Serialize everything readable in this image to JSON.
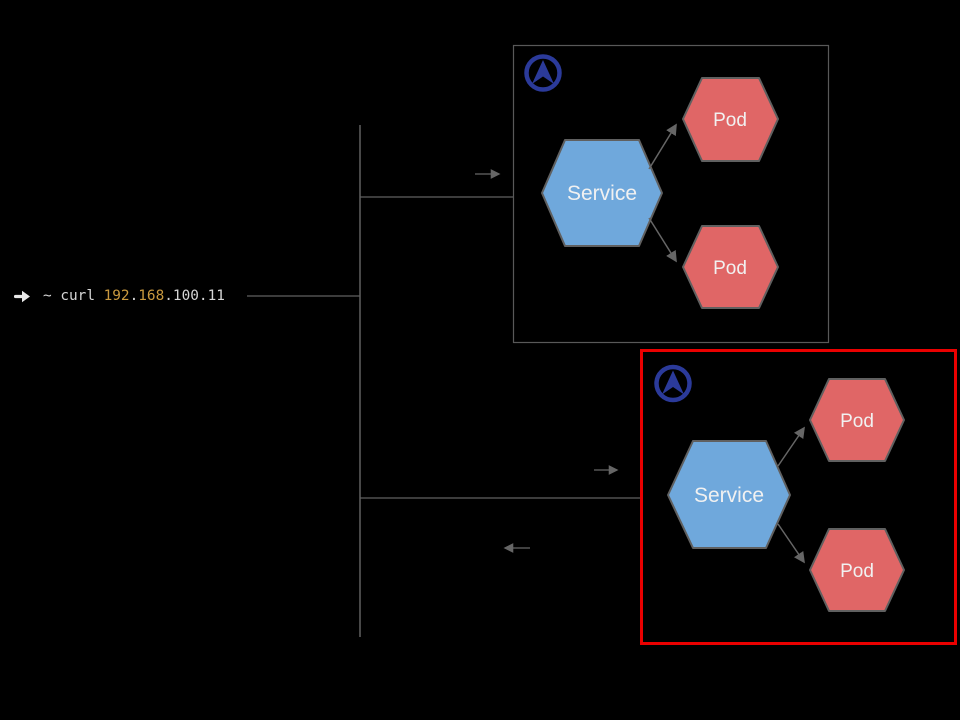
{
  "terminal": {
    "prompt_icon": "arrow-right-icon",
    "prompt_glyph": "➜",
    "command_prefix": "~ curl",
    "ip_segment_1": "192",
    "ip_dot_1": ".",
    "ip_segment_2": "168",
    "ip_tail": ".100.11",
    "highlight_color": "#c9993f",
    "text_color": "#d6d6d6"
  },
  "connectors": {
    "line_color": "#606060",
    "arrow_color": "#666666"
  },
  "clusters": [
    {
      "id": "cluster-1",
      "border_color": "#595959",
      "icon": "navigation-arrow-icon",
      "icon_color": "#2b3a9a",
      "service": {
        "label": "Service",
        "fill": "#6fa8dc"
      },
      "pods": [
        {
          "label": "Pod",
          "fill": "#e06666"
        },
        {
          "label": "Pod",
          "fill": "#e06666"
        }
      ]
    },
    {
      "id": "cluster-2",
      "border_color": "#ea0000",
      "icon": "navigation-arrow-icon",
      "icon_color": "#2b3a9a",
      "service": {
        "label": "Service",
        "fill": "#6fa8dc"
      },
      "pods": [
        {
          "label": "Pod",
          "fill": "#e06666"
        },
        {
          "label": "Pod",
          "fill": "#e06666"
        }
      ]
    }
  ]
}
